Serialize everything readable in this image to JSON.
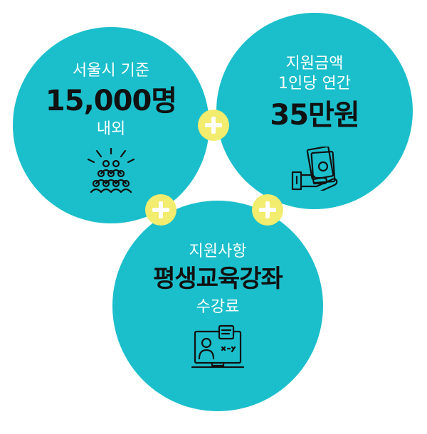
{
  "circle1": {
    "line1": "서울시 기준",
    "line2": "15,000명",
    "line3": "내외",
    "icon": "crowd-icon"
  },
  "circle2": {
    "line1": "지원금액",
    "line2": "1인당 연간",
    "line3": "35만원",
    "icon": "money-hand-icon"
  },
  "circle3": {
    "line1": "지원사항",
    "line2": "평생교육강좌",
    "line3": "수강료",
    "icon": "online-lecture-icon"
  },
  "colors": {
    "circle": "#1bbfcb",
    "plus": "#f2ec6f",
    "emphasis": "#111111"
  }
}
